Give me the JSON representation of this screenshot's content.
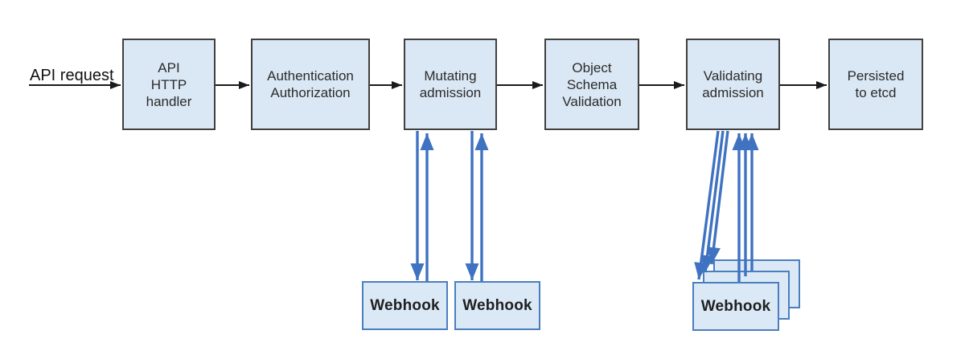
{
  "diagram": {
    "api_request_label": "API request",
    "boxes": [
      {
        "id": "api-http-handler",
        "label": "API\nHTTP\nhandler"
      },
      {
        "id": "authentication-authorization",
        "label": "Authentication\nAuthorization"
      },
      {
        "id": "mutating-admission",
        "label": "Mutating\nadmission"
      },
      {
        "id": "object-schema-validation",
        "label": "Object\nSchema\nValidation"
      },
      {
        "id": "validating-admission",
        "label": "Validating\nadmission"
      },
      {
        "id": "persisted-to-etcd",
        "label": "Persisted\nto etcd"
      }
    ],
    "mutating_webhooks": [
      {
        "label": "Webhook"
      },
      {
        "label": "Webhook"
      }
    ],
    "validating_webhook": {
      "label": "Webhook"
    },
    "colors": {
      "box_fill": "#dae7f4",
      "box_border": "#404040",
      "webhook_fill": "#dbe9f7",
      "webhook_border": "#4a7ebd",
      "arrow_blue": "#3f72c1",
      "arrow_black": "#1a1a1a",
      "text": "#2b2b2b"
    }
  }
}
